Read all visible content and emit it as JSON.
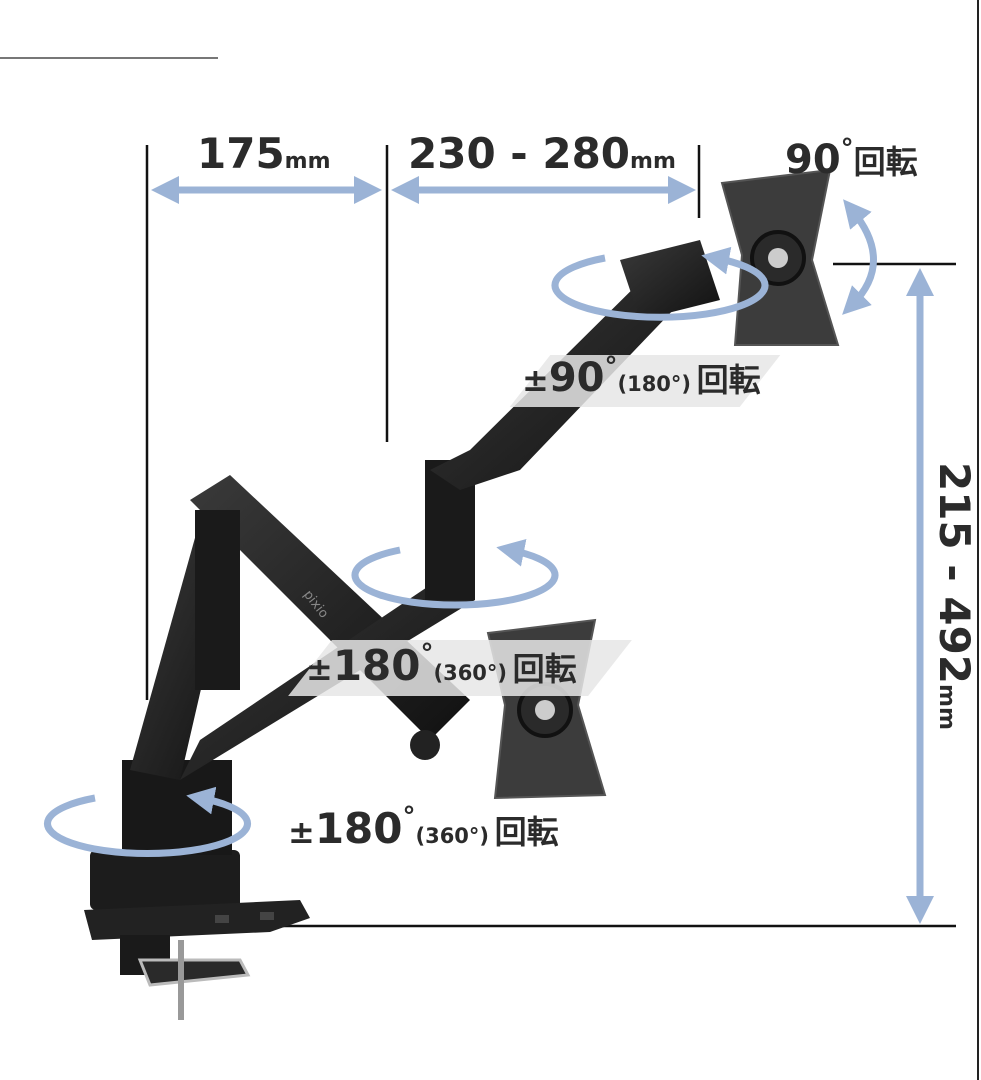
{
  "brand": "pixio",
  "dimensions": {
    "arm_segment_1": {
      "value": "175",
      "unit": "mm"
    },
    "arm_segment_2": {
      "value": "230 - 280",
      "unit": "mm"
    },
    "height_range": {
      "value": "215 - 492",
      "unit": "mm"
    }
  },
  "rotations": {
    "vesa_plate": {
      "value": "90",
      "degree": "°",
      "label": "回転"
    },
    "head_tilt": {
      "prefix": "±",
      "value": "90",
      "degree": "°",
      "range": "(180°)",
      "label": "回転"
    },
    "elbow_swivel": {
      "prefix": "±",
      "value": "180",
      "degree": "°",
      "range": "(360°)",
      "label": "回転"
    },
    "base_swivel": {
      "prefix": "±",
      "value": "180",
      "degree": "°",
      "range": "(360°)",
      "label": "回転"
    }
  },
  "colors": {
    "arrow": "#9bb3d6",
    "arm": "#1a1a1a",
    "text": "#2b2b2b"
  }
}
